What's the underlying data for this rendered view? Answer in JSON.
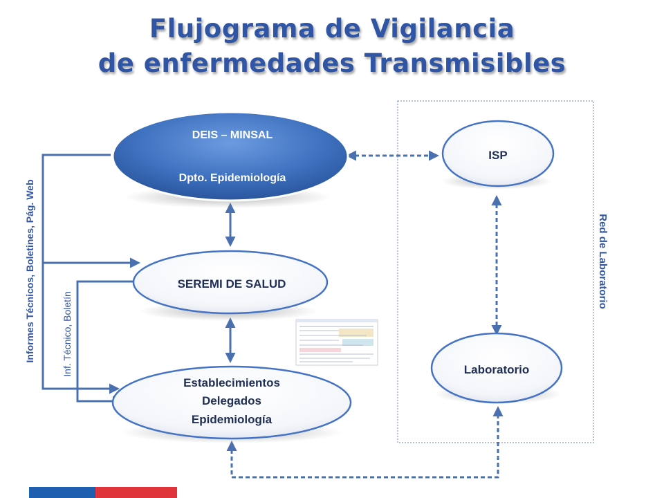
{
  "title": {
    "line1": "Flujograma de Vigilancia",
    "line2": "de enfermedades Transmisibles"
  },
  "nodes": {
    "deis": {
      "line1": "DEIS – MINSAL",
      "line2": "Dpto. Epidemiología"
    },
    "seremi": {
      "label": "SEREMI DE SALUD"
    },
    "establecimientos": {
      "line1": "Establecimientos",
      "line2": "Delegados",
      "line3": "Epidemiología"
    },
    "isp": {
      "label": "ISP"
    },
    "laboratorio": {
      "label": "Laboratorio"
    }
  },
  "side_labels": {
    "informes": "Informes Técnicos, Boletines, Pág. Web",
    "inf_tecnico": "Inf. Técnico, Boletín",
    "red_laboratorio": "Red de Laboratorio"
  },
  "colors": {
    "title": "#2f55a4",
    "deis_fill": "#3f72c0",
    "outline": "#4472c4",
    "arrow": "#4a70b0",
    "red_lab_text": "#2f55a4"
  }
}
